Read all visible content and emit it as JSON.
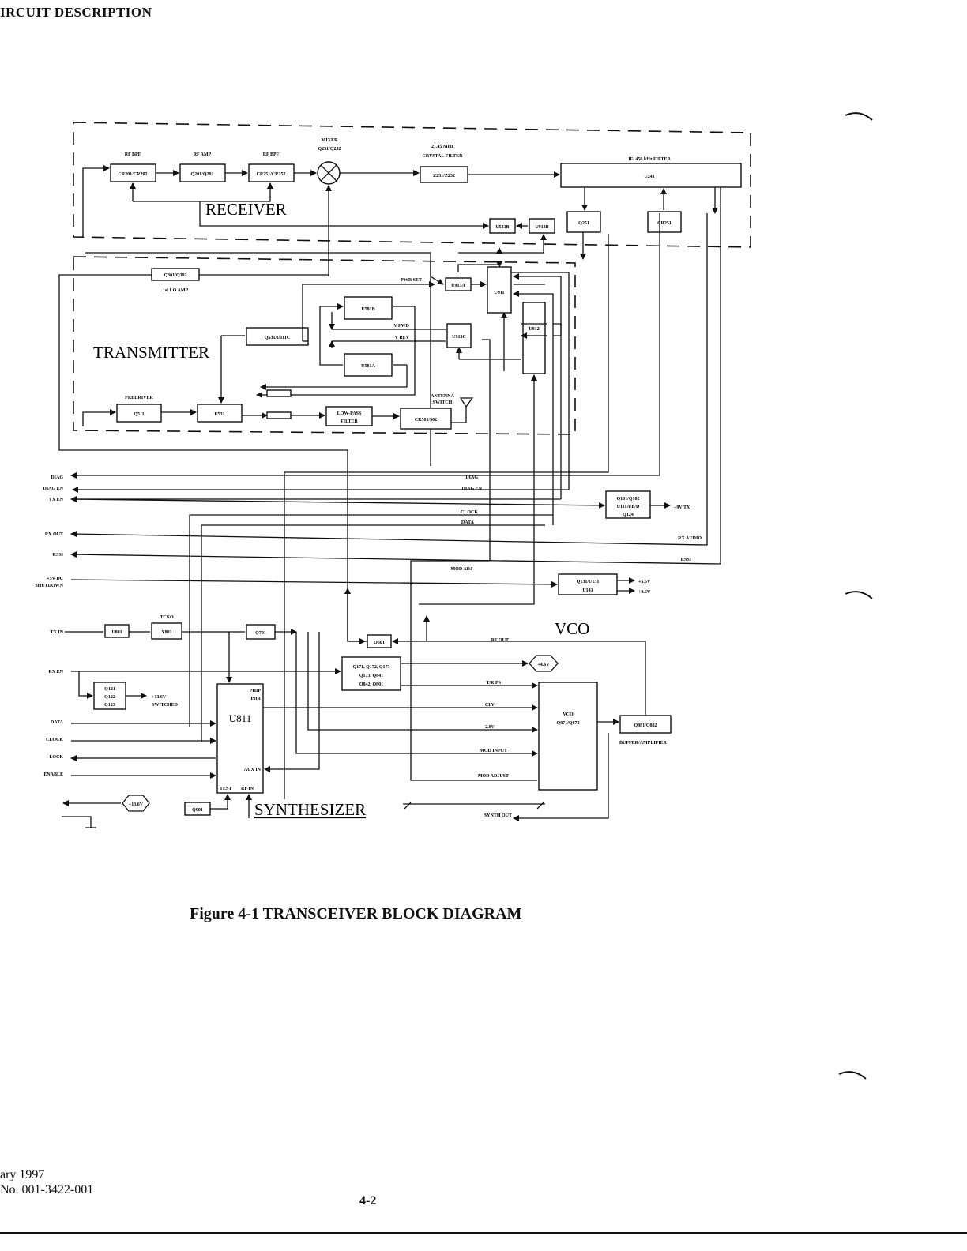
{
  "header": {
    "title": "IRCUIT DESCRIPTION"
  },
  "caption": "Figure 4-1   TRANSCEIVER BLOCK DIAGRAM",
  "footer": {
    "date": "ary 1997",
    "doc_no": "No. 001-3422-001",
    "page": "4-2"
  },
  "sections": {
    "receiver": "RECEIVER",
    "transmitter": "TRANSMITTER",
    "vco": "VCO",
    "synthesizer": "SYNTHESIZER"
  },
  "block_labels": {
    "rf_bpf1": "RF BPF",
    "rf_amp": "RF AMP",
    "rf_bpf2": "RF BPF",
    "mixer": "MIXER",
    "mixer_parts": "Q231/Q232",
    "crystal_freq": "21.45 MHz",
    "crystal_filter": "CRYSTAL FILTER",
    "if_filter": "IF/ 450 kHz FILTER",
    "lo_amp": "1st LO AMP",
    "predriver": "PREDRIVER",
    "tcxo": "TCXO",
    "low_pass": "LOW-PASS",
    "filter": "FILTER",
    "antenna": "ANTENNA",
    "switch": "SWITCH",
    "buffer_amp": "BUFFER/AMPLIFIER",
    "vco_box": "VCO",
    "vco_parts": "Q871/Q872"
  },
  "blocks": {
    "cr201": "CR201/CR202",
    "q201": "Q201/Q202",
    "cr251a": "CR251/CR252",
    "z231": "Z231/Z232",
    "u241": "U241",
    "q251": "Q251",
    "cr251": "CR251",
    "u531b": "U531B",
    "u913b": "U913B",
    "q301": "Q301/Q302",
    "u913a": "U913A",
    "u911": "U911",
    "u581b": "U581B",
    "q531": "Q531/U111C",
    "u913c": "U913C",
    "u912": "U912",
    "u581a": "U581A",
    "q511": "Q511",
    "u531": "U531",
    "cr501": "CR501/562",
    "q101a": "Q101/Q102",
    "q101b": "U111A/B/D",
    "q101c": "Q124",
    "q131a": "Q131/U131",
    "q131b": "U141",
    "u801": "U801",
    "y801": "Y801",
    "q701": "Q701",
    "q501": "Q501",
    "q171a": "Q171, Q172, Q173",
    "q171b": "Q173, Q841",
    "q171c": "Q842, Q801",
    "q121a": "Q121",
    "q121b": "Q122",
    "q121c": "Q123",
    "u811": "U811",
    "q901": "Q901",
    "q881": "Q881/Q882"
  },
  "signals": {
    "pwr_set": "PWR SET",
    "v_fwd": "V FWD",
    "v_rev": "V REV",
    "diag": "DIAG",
    "diag_en": "DIAG EN",
    "clock": "CLOCK",
    "data": "DATA",
    "rx_audio": "RX AUDIO",
    "rssi": "RSSI",
    "mod_adj": "MOD ADJ",
    "rf_out": "RF OUT",
    "tr_ps": "T/R PS",
    "clv": "CLV",
    "v20": "2.0V",
    "mod_input": "MOD INPUT",
    "mod_adjust": "MOD ADJUST",
    "synth_out": "SYNTH OUT",
    "phi_p": "PHIP",
    "phi_r": "PHR",
    "aux_in": "AUX IN",
    "test": "TEST",
    "rf_in": "RF IN",
    "v9tx": "+9V TX",
    "v55": "+5.5V",
    "v9": "+9.6V",
    "v13sw": "+13.6V",
    "switched": "SWITCHED",
    "v4": "+4.6V",
    "v13": "+13.6V"
  },
  "io_labels": {
    "diag": "DIAG",
    "diag_en": "DIAG EN",
    "tx_en": "TX EN",
    "rx_out": "RX OUT",
    "rssi": "RSSI",
    "shutdown1": "+5V DC",
    "shutdown2": "SHUTDOWN",
    "tx_in": "TX IN",
    "rx_en": "RX EN",
    "data": "DATA",
    "clock": "CLOCK",
    "lock": "LOCK",
    "enable": "ENABLE"
  }
}
